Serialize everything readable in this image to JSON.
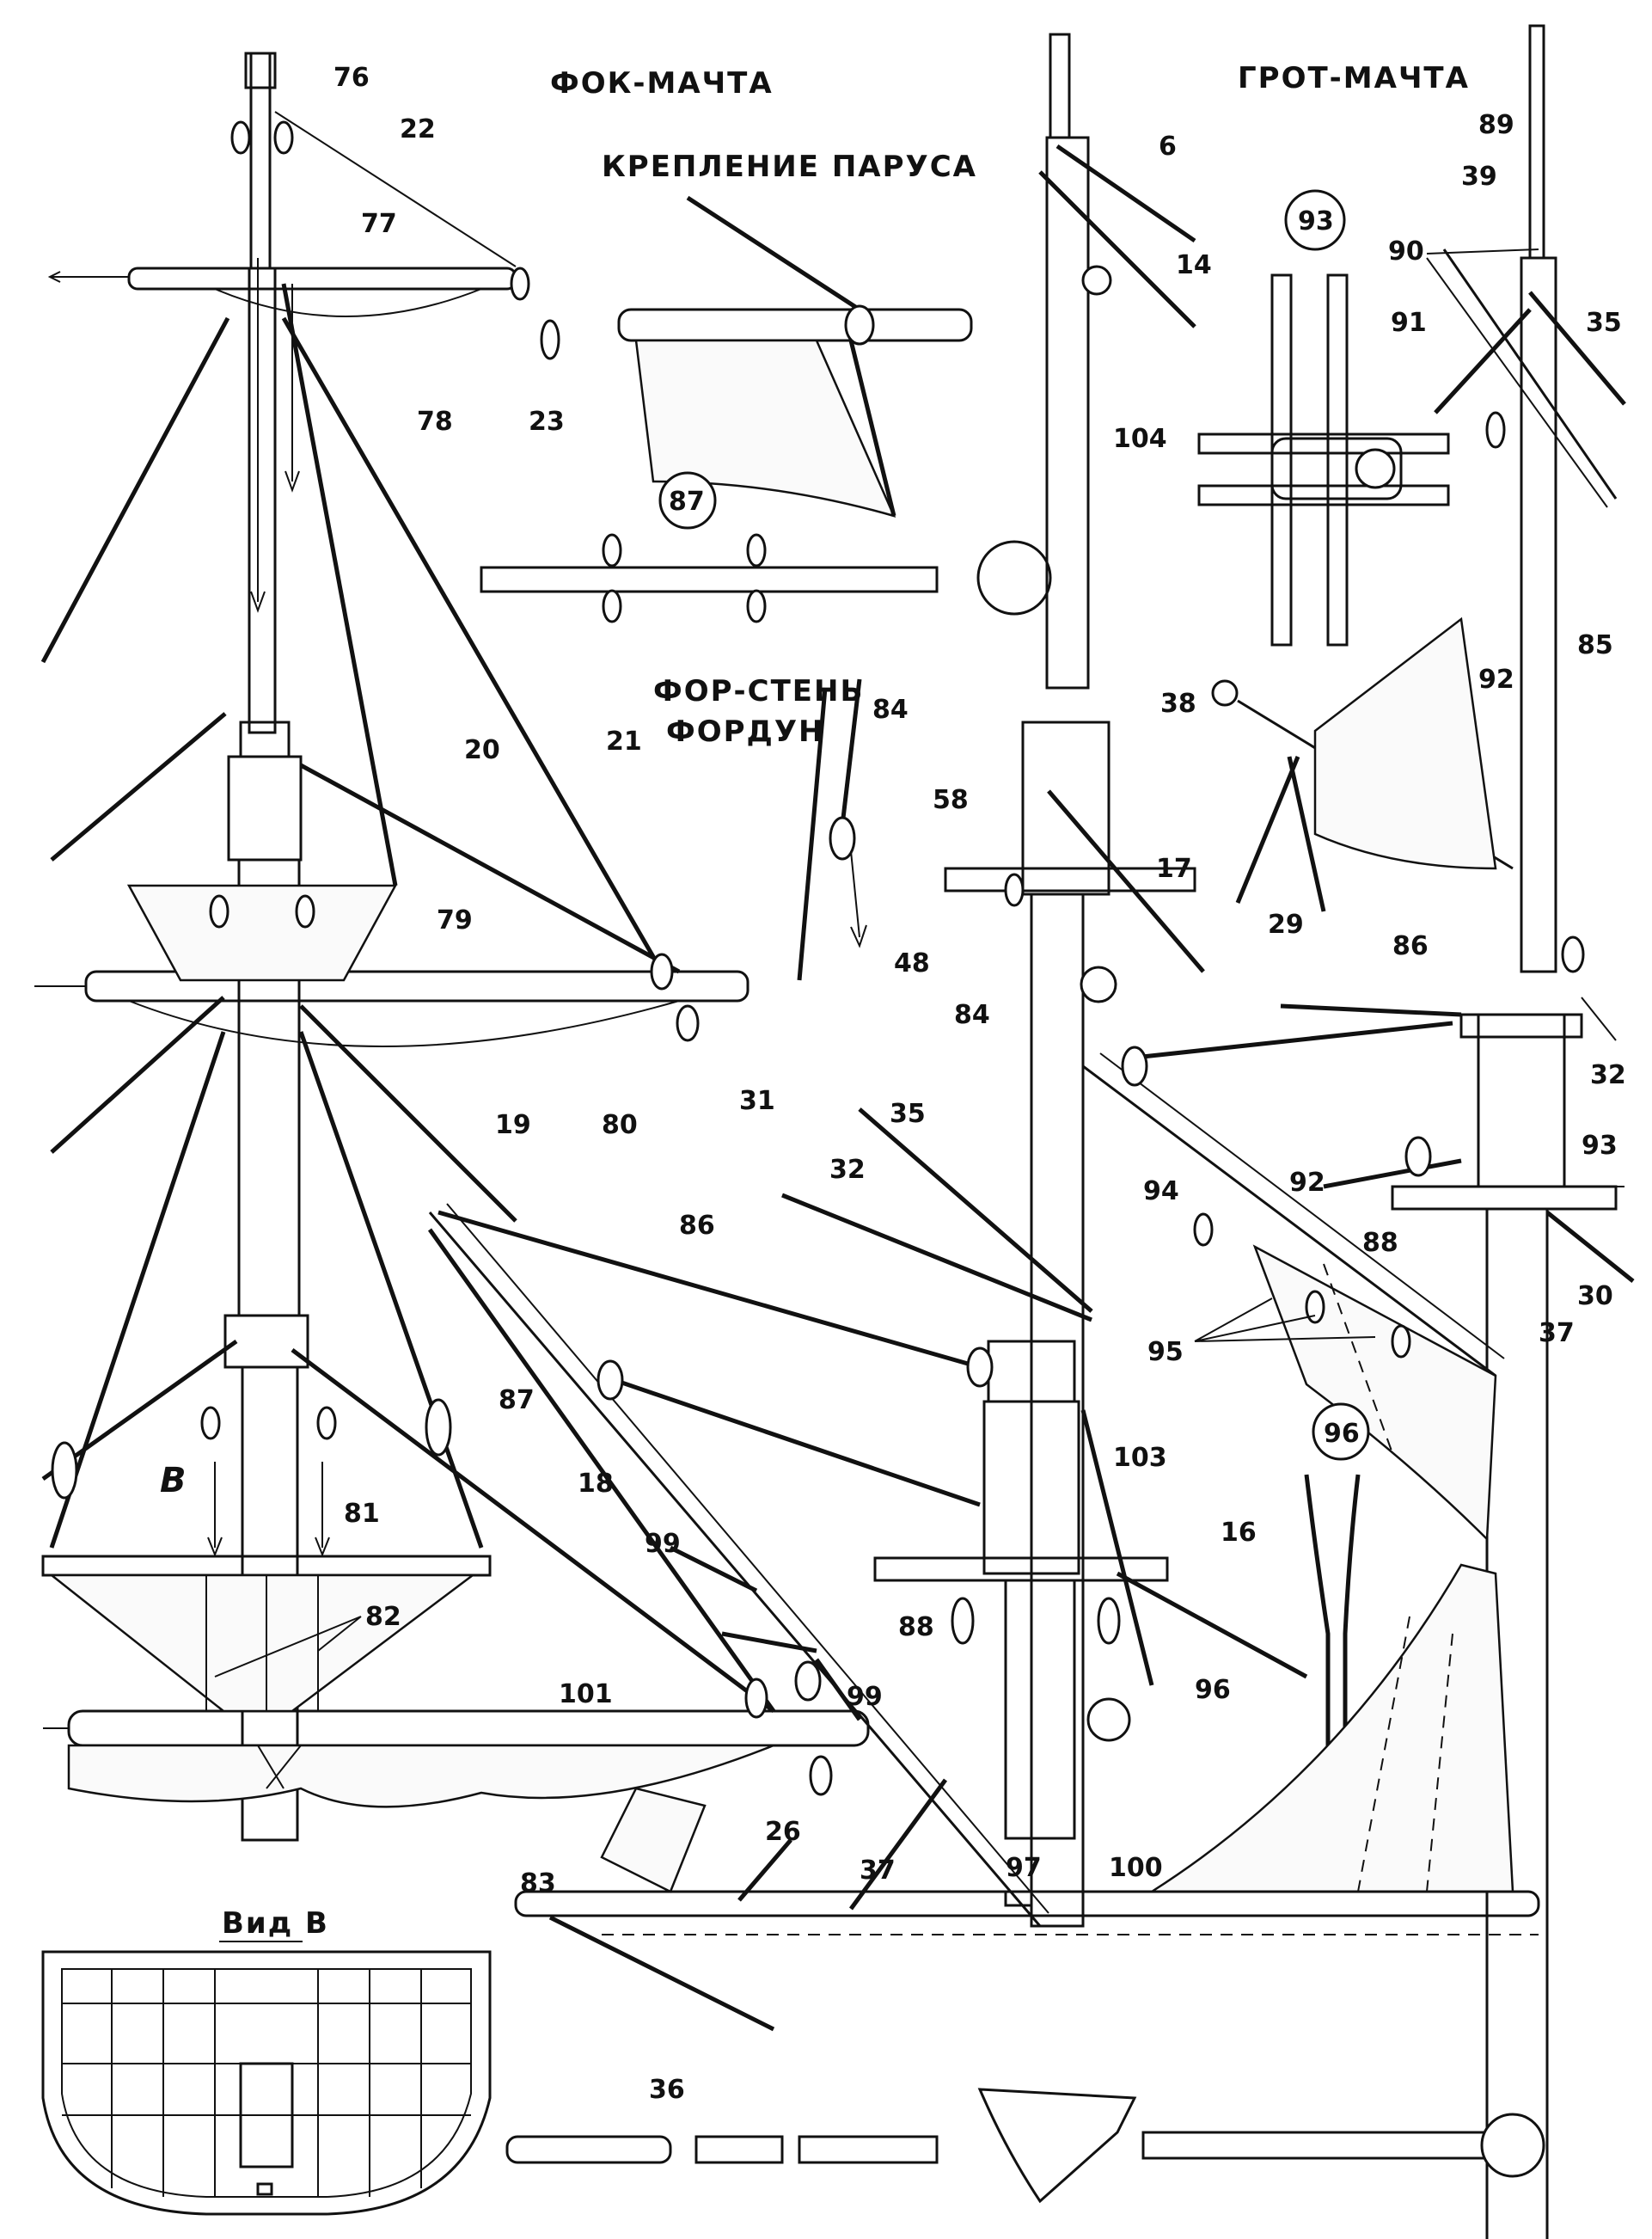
{
  "titles": {
    "fore_mast": "ФОК-МАЧТА",
    "main_mast": "ГРОТ-МАЧТА",
    "sail_fastening": "КРЕПЛЕНИЕ ПАРУСА",
    "fore_topmast_1": "ФОР-СТЕНЬ",
    "fore_topmast_2": "ФОРДУН",
    "view_b": "Вид В",
    "marker_b": "В"
  },
  "circled_labels": {
    "c87": "87",
    "c93": "93",
    "c96": "96"
  },
  "labels": {
    "n76": "76",
    "n22": "22",
    "n77": "77",
    "n78": "78",
    "n23": "23",
    "n20": "20",
    "n21": "21",
    "n79": "79",
    "n31": "31",
    "n80": "80",
    "n19": "19",
    "n81": "81",
    "n82": "82",
    "n101": "101",
    "n83": "83",
    "n26": "26",
    "n18": "18",
    "n87": "87",
    "n86a": "86",
    "n99a": "99",
    "n99b": "99",
    "n84a": "84",
    "n48": "48",
    "n84b": "84",
    "n35a": "35",
    "n32a": "32",
    "n58": "58",
    "n17": "17",
    "n104": "104",
    "n6": "6",
    "n14": "14",
    "n103": "103",
    "n88a": "88",
    "n16": "16",
    "n96": "96",
    "n89": "89",
    "n39": "39",
    "n90": "90",
    "n91": "91",
    "n35b": "35",
    "n85": "85",
    "n38": "38",
    "n92a": "92",
    "n29": "29",
    "n86b": "86",
    "n32b": "32",
    "n92b": "92",
    "n93": "93",
    "n94": "94",
    "n88b": "88",
    "n95": "95",
    "n37a": "37",
    "n30": "30",
    "n97": "97",
    "n100": "100",
    "n37b": "37",
    "n36": "36"
  }
}
